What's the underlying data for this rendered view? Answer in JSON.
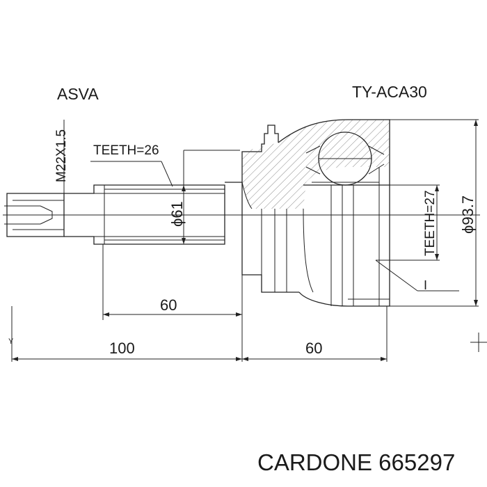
{
  "header": {
    "brand": "ASVA",
    "part_code": "TY-ACA30"
  },
  "dimensions": {
    "thread": "M22X1.5",
    "teeth_outer": "TEETH=26",
    "diameter_shaft": "ϕ61",
    "diameter_body": "ϕ93.7",
    "teeth_inner": "TEETH=27",
    "length_shaft": "60",
    "length_total": "100",
    "length_body": "60",
    "axis_marker": "Y"
  },
  "footer": {
    "caption": "CARDONE 665297"
  }
}
